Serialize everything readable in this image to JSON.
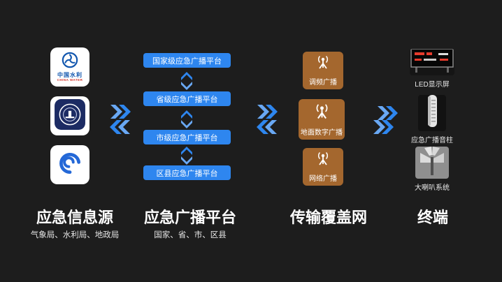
{
  "colors": {
    "background": "#1d1d1d",
    "platform_blue": "#2e86ef",
    "arrow_blue": "#2e86ef",
    "network_brown": "#a4672e"
  },
  "sources": {
    "title": "应急信息源",
    "subtitle": "气象局、水利局、地政局",
    "logos": [
      {
        "name": "china-water",
        "line1": "中国水利",
        "line2": "CHINA WATER"
      },
      {
        "name": "water-emblem"
      },
      {
        "name": "meteorological"
      }
    ]
  },
  "platforms": {
    "title": "应急广播平台",
    "subtitle": "国家、省、市、区县",
    "levels": [
      "国家级应急广播平台",
      "省级应急广播平台",
      "市级应急广播平台",
      "区县应急广播平台"
    ]
  },
  "network": {
    "title": "传输覆盖网",
    "nodes": [
      "调频广播",
      "地面数字广播",
      "网络广播"
    ]
  },
  "terminals": {
    "title": "终端",
    "devices": [
      "LED显示屏",
      "应急广播音柱",
      "大喇叭系统"
    ]
  }
}
